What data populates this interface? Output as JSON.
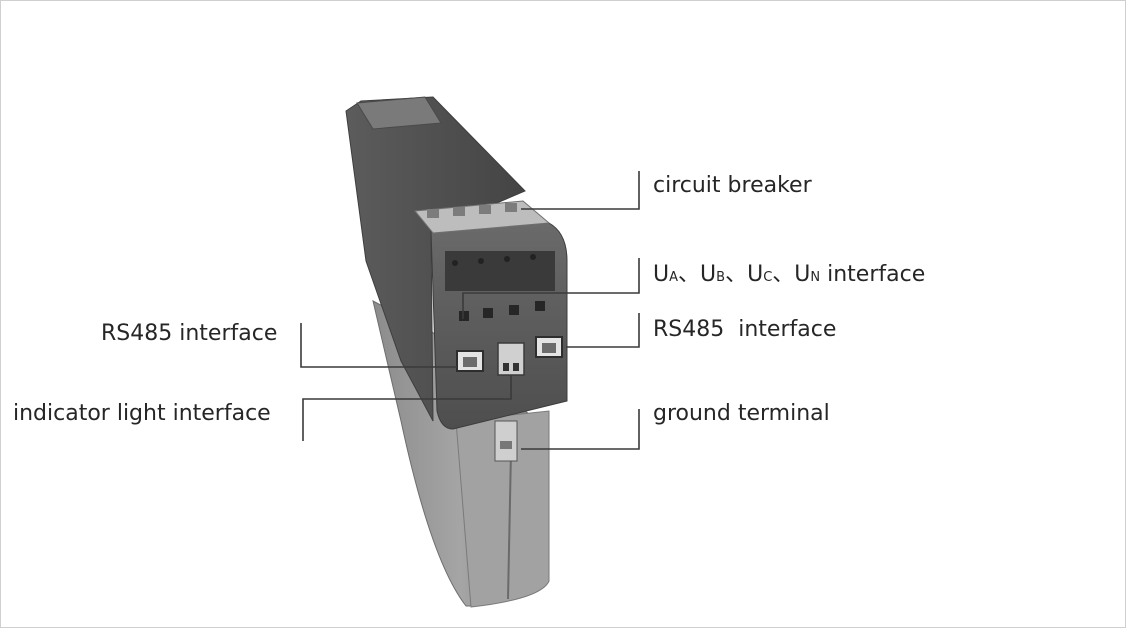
{
  "labels": {
    "circuit_breaker": "circuit breaker",
    "voltage_interface": {
      "ua": "U",
      "ua_sub": "A",
      "ub": "U",
      "ub_sub": "B",
      "uc": "U",
      "uc_sub": "C",
      "un": "U",
      "un_sub": "N",
      "separator": "、",
      "suffix": " interface"
    },
    "rs485_right": "RS485  interface",
    "ground_terminal": "ground terminal",
    "rs485_left": "RS485 interface",
    "indicator_light": "indicator light interface"
  },
  "colors": {
    "device_front": "#5a5a5a",
    "device_side": "#4a4a4a",
    "device_body": "#9a9a9a",
    "leader_line": "#3a3a3a",
    "text": "#262626"
  }
}
